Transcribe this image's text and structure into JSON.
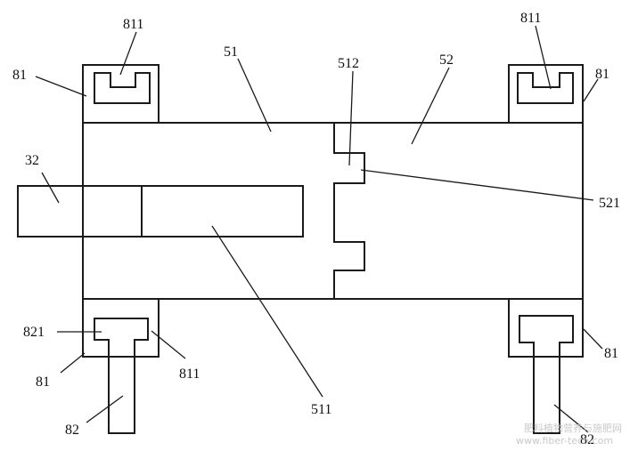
{
  "colors": {
    "stroke": "#1a1a1a",
    "label": "#111111",
    "watermark": "#c9c9c9"
  },
  "labels": {
    "l811_top_left": "811",
    "l811_top_right": "811",
    "l81_top_left": "81",
    "l81_top_right": "81",
    "l51": "51",
    "l52": "52",
    "l512": "512",
    "l32": "32",
    "l521": "521",
    "l821": "821",
    "l81_bottom_left": "81",
    "l811_bottom_left": "811",
    "l511": "511",
    "l81_bottom_right": "81",
    "l82_left": "82",
    "l82_right": "82"
  },
  "watermark": {
    "line1": "肥料植物营养与施肥网",
    "line2": "www.fiber-tech.com"
  }
}
